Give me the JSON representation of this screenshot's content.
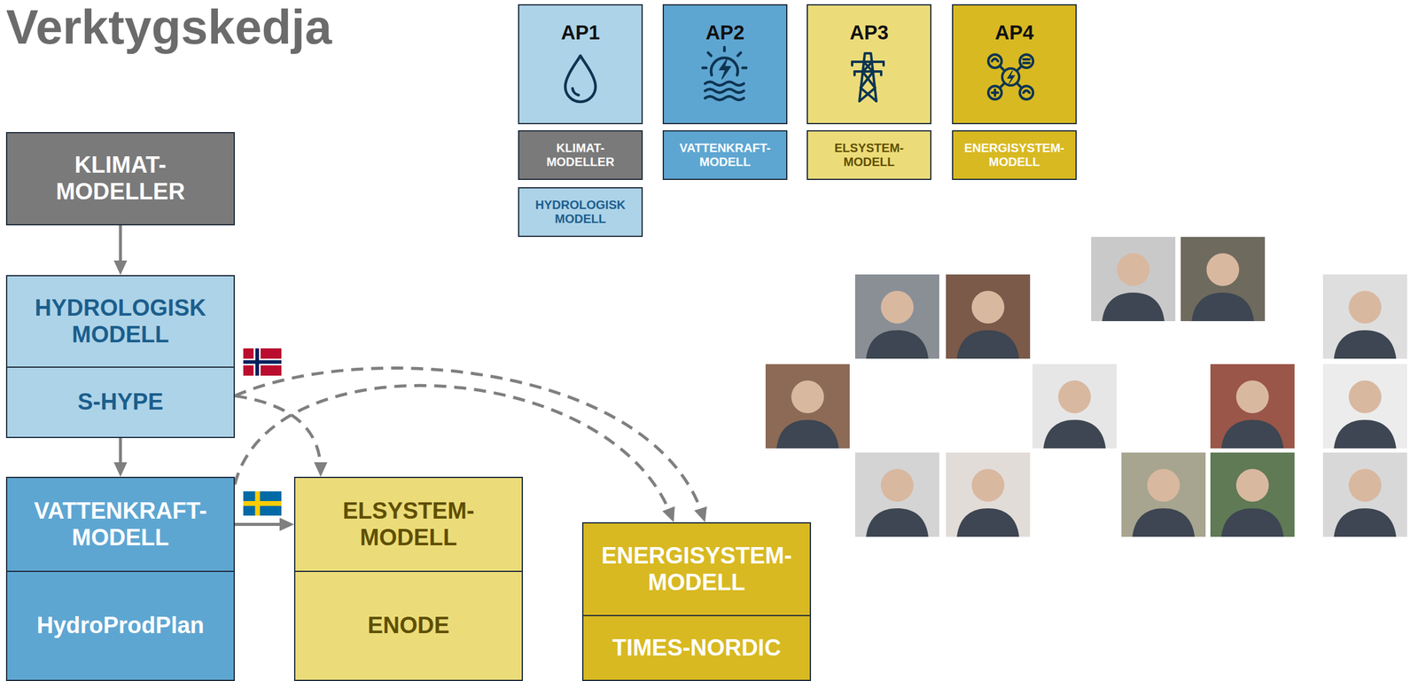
{
  "diagram": {
    "title": "Verktygskedja",
    "nodes": [
      {
        "text": [
          "KLIMAT- MODELLER"
        ]
      },
      {
        "text": [
          "HYDROLOGISK MODELL"
        ]
      },
      {
        "text": [
          "S-HYPE"
        ]
      },
      {
        "text": [
          "VATTENKRAFT- MODELL"
        ]
      },
      {
        "text": [
          "HydroProdPlan"
        ]
      },
      {
        "text": [
          "ELSYSTEM- MODELL"
        ]
      },
      {
        "text": [
          "ENODE"
        ]
      },
      {
        "text": [
          "ENERGISYSTEM- MODELL"
        ]
      },
      {
        "text": [
          "TIMES-NORDIC"
        ]
      },
      {
        "text": [
          "AP1"
        ]
      },
      {
        "text": [
          "AP2"
        ]
      },
      {
        "text": [
          "AP3"
        ]
      },
      {
        "text": [
          "AP4"
        ]
      },
      {
        "text": [
          "KLIMAT- MODELLER"
        ]
      },
      {
        "text": [
          "HYDROLOGISK MODELL"
        ]
      },
      {
        "text": [
          "VATTENKRAFT- MODELL"
        ]
      },
      {
        "text": [
          "ELSYSTEM- MODELL"
        ]
      },
      {
        "text": [
          "ENERGISYSTEM- MODELL"
        ]
      }
    ],
    "edges": [
      {
        "from": 0,
        "to": 1,
        "arrow": "to"
      },
      {
        "from": 2,
        "to": 3,
        "arrow": "to"
      },
      {
        "from": 3,
        "to": 5,
        "arrow": "to"
      },
      {
        "from": 2,
        "to": 5,
        "arrow": "to"
      },
      {
        "from": 2,
        "to": 7,
        "arrow": "to"
      },
      {
        "from": 3,
        "to": 7,
        "arrow": "to"
      }
    ]
  }
}
